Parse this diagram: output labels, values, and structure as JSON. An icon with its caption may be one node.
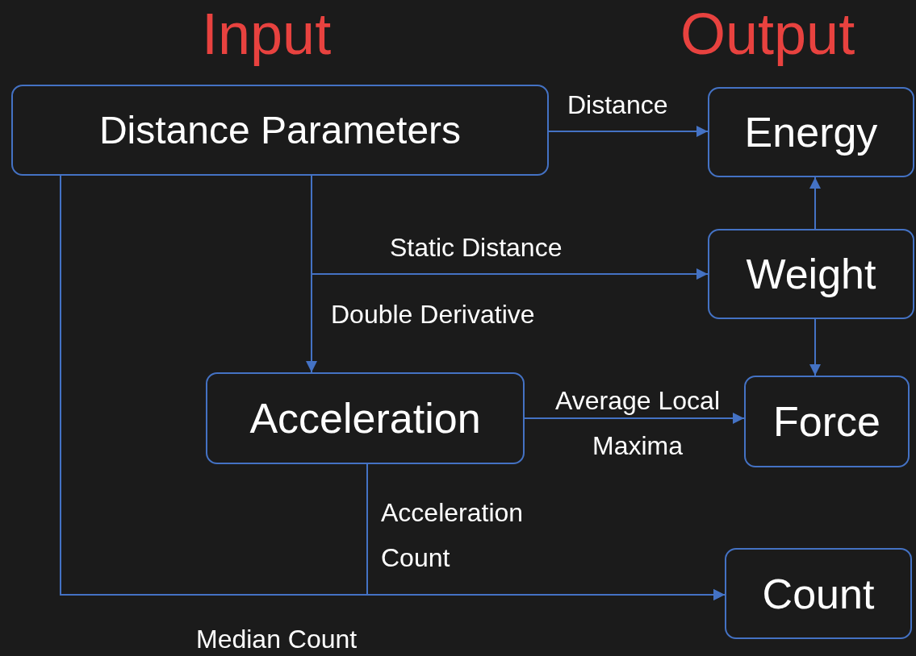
{
  "diagram": {
    "nodes": [
      {
        "text": [
          "Distance Parameters"
        ]
      },
      {
        "text": [
          "Energy"
        ]
      },
      {
        "text": [
          "Weight"
        ]
      },
      {
        "text": [
          "Acceleration"
        ]
      },
      {
        "text": [
          "Force"
        ]
      },
      {
        "text": [
          "Count"
        ]
      }
    ],
    "edges": [
      {
        "from": 0,
        "to": 1,
        "arrow": "to",
        "label": "Distance"
      },
      {
        "from": 0,
        "to": 2,
        "arrow": "to",
        "label": "Static Distance"
      },
      {
        "from": 0,
        "to": 3,
        "arrow": "to",
        "label": "Double Derivative"
      },
      {
        "from": 2,
        "to": 1,
        "arrow": "to"
      },
      {
        "from": 2,
        "to": 4,
        "arrow": "to"
      },
      {
        "from": 3,
        "to": 4,
        "arrow": "to",
        "label": "Average Local Maxima"
      },
      {
        "from": 3,
        "to": 5,
        "arrow": "to",
        "label": "Acceleration Count"
      },
      {
        "from": 0,
        "to": 5,
        "arrow": "to",
        "label": "Median Count"
      }
    ],
    "labels": [
      "Input",
      "Output"
    ]
  }
}
